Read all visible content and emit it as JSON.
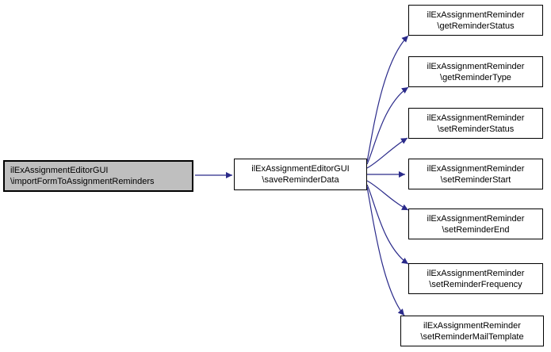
{
  "diagram": {
    "type": "call-graph",
    "background": "#ffffff",
    "edge_color": "#2a2a8a",
    "highlight_node_fill": "#bfbfbf",
    "node_fill": "#ffffff",
    "node_border_color": "#000000",
    "nodes": [
      {
        "id": "importFormToAssignmentReminders",
        "lines": [
          "ilExAssignmentEditorGUI",
          "\\importFormToAssignmentReminders"
        ],
        "highlighted": true
      },
      {
        "id": "saveReminderData",
        "lines": [
          "ilExAssignmentEditorGUI",
          "\\saveReminderData"
        ],
        "highlighted": false
      },
      {
        "id": "getReminderStatus",
        "lines": [
          "ilExAssignmentReminder",
          "\\getReminderStatus"
        ],
        "highlighted": false
      },
      {
        "id": "getReminderType",
        "lines": [
          "ilExAssignmentReminder",
          "\\getReminderType"
        ],
        "highlighted": false
      },
      {
        "id": "setReminderStatus",
        "lines": [
          "ilExAssignmentReminder",
          "\\setReminderStatus"
        ],
        "highlighted": false
      },
      {
        "id": "setReminderStart",
        "lines": [
          "ilExAssignmentReminder",
          "\\setReminderStart"
        ],
        "highlighted": false
      },
      {
        "id": "setReminderEnd",
        "lines": [
          "ilExAssignmentReminder",
          "\\setReminderEnd"
        ],
        "highlighted": false
      },
      {
        "id": "setReminderFrequency",
        "lines": [
          "ilExAssignmentReminder",
          "\\setReminderFrequency"
        ],
        "highlighted": false
      },
      {
        "id": "setReminderMailTemplate",
        "lines": [
          "ilExAssignmentReminder",
          "\\setReminderMailTemplate"
        ],
        "highlighted": false
      }
    ],
    "edges": [
      {
        "from": "importFormToAssignmentReminders",
        "to": "saveReminderData"
      },
      {
        "from": "saveReminderData",
        "to": "getReminderStatus"
      },
      {
        "from": "saveReminderData",
        "to": "getReminderType"
      },
      {
        "from": "saveReminderData",
        "to": "setReminderStatus"
      },
      {
        "from": "saveReminderData",
        "to": "setReminderStart"
      },
      {
        "from": "saveReminderData",
        "to": "setReminderEnd"
      },
      {
        "from": "saveReminderData",
        "to": "setReminderFrequency"
      },
      {
        "from": "saveReminderData",
        "to": "setReminderMailTemplate"
      }
    ]
  }
}
